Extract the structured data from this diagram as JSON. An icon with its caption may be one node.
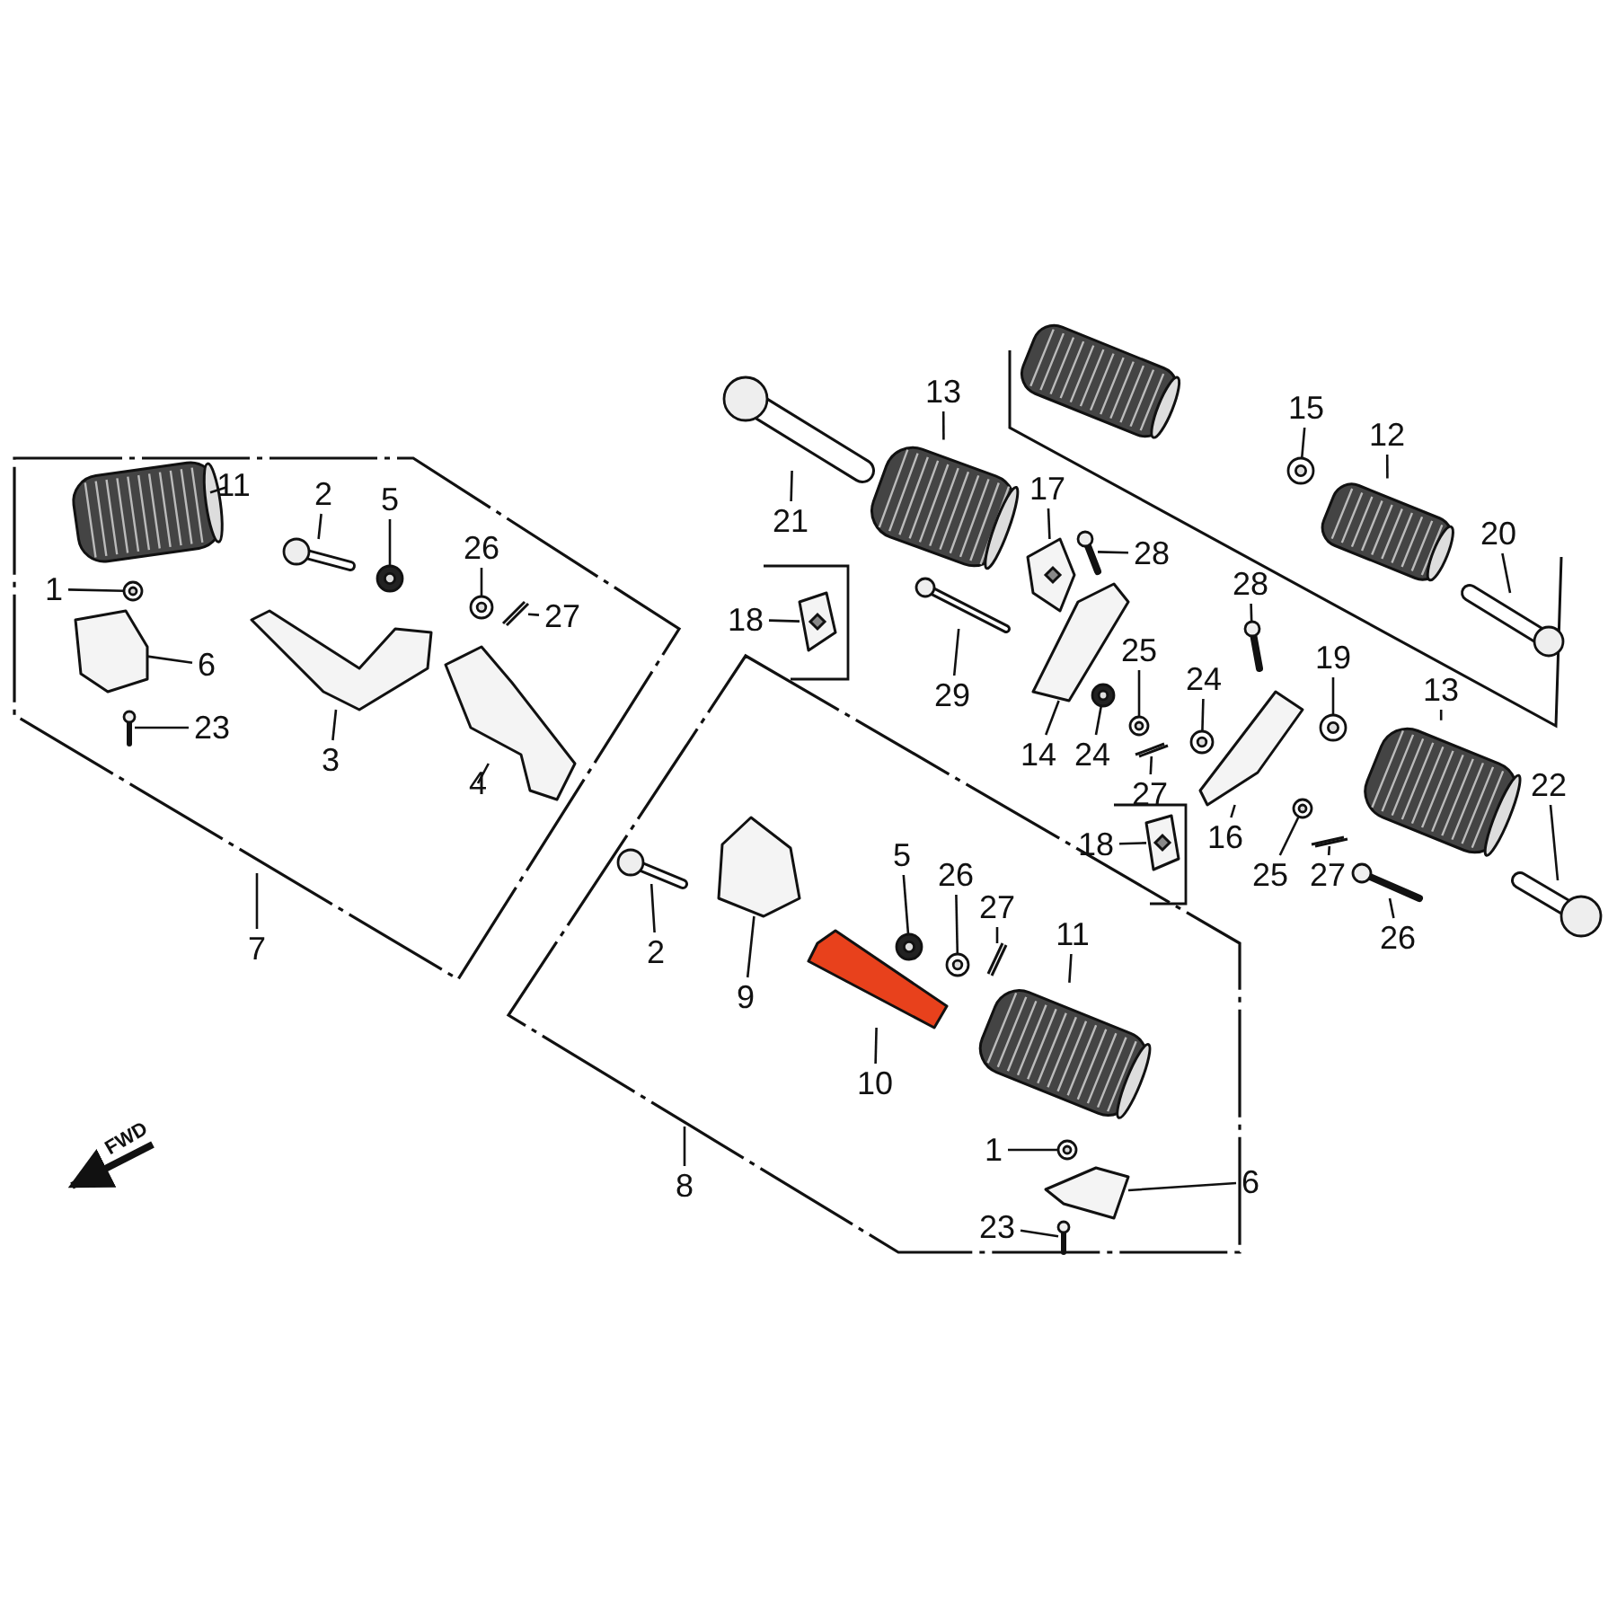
{
  "diagram": {
    "nodes": [
      {
        "text": [
          "11"
        ]
      },
      {
        "text": [
          "2"
        ]
      },
      {
        "text": [
          "5"
        ]
      },
      {
        "text": [
          "26"
        ]
      },
      {
        "text": [
          "27"
        ]
      },
      {
        "text": [
          "1"
        ]
      },
      {
        "text": [
          "6"
        ]
      },
      {
        "text": [
          "23"
        ]
      },
      {
        "text": [
          "3"
        ]
      },
      {
        "text": [
          "4"
        ]
      },
      {
        "text": [
          "7"
        ]
      },
      {
        "text": [
          "2"
        ]
      },
      {
        "text": [
          "9"
        ]
      },
      {
        "text": [
          "5"
        ]
      },
      {
        "text": [
          "26"
        ]
      },
      {
        "text": [
          "27"
        ]
      },
      {
        "text": [
          "10"
        ]
      },
      {
        "text": [
          "11"
        ]
      },
      {
        "text": [
          "1"
        ]
      },
      {
        "text": [
          "6"
        ]
      },
      {
        "text": [
          "23"
        ]
      },
      {
        "text": [
          "8"
        ]
      },
      {
        "text": [
          "21"
        ]
      },
      {
        "text": [
          "13"
        ]
      },
      {
        "text": [
          "17"
        ]
      },
      {
        "text": [
          "28"
        ]
      },
      {
        "text": [
          "18"
        ]
      },
      {
        "text": [
          "29"
        ]
      },
      {
        "text": [
          "14"
        ]
      },
      {
        "text": [
          "24"
        ]
      },
      {
        "text": [
          "25"
        ]
      },
      {
        "text": [
          "27"
        ]
      },
      {
        "text": [
          "28"
        ]
      },
      {
        "text": [
          "24"
        ]
      },
      {
        "text": [
          "19"
        ]
      },
      {
        "text": [
          "13"
        ]
      },
      {
        "text": [
          "15"
        ]
      },
      {
        "text": [
          "12"
        ]
      },
      {
        "text": [
          "20"
        ]
      },
      {
        "text": [
          "22"
        ]
      },
      {
        "text": [
          "18"
        ]
      },
      {
        "text": [
          "16"
        ]
      },
      {
        "text": [
          "25"
        ]
      },
      {
        "text": [
          "27"
        ]
      },
      {
        "text": [
          "26"
        ]
      },
      {
        "text": [],
        "shape": "picture"
      },
      {
        "text": [],
        "shape": "picture"
      },
      {
        "text": [],
        "shape": "picture"
      },
      {
        "text": [],
        "shape": "picture"
      },
      {
        "text": [],
        "shape": "picture"
      },
      {
        "text": [],
        "shape": "picture"
      },
      {
        "text": [],
        "shape": "picture"
      },
      {
        "text": [],
        "shape": "picture"
      },
      {
        "text": [],
        "shape": "picture"
      },
      {
        "text": [],
        "shape": "picture"
      },
      {
        "text": [],
        "shape": "picture"
      },
      {
        "text": [],
        "shape": "picture"
      },
      {
        "text": [],
        "shape": "picture"
      },
      {
        "text": [],
        "shape": "picture"
      },
      {
        "text": [],
        "shape": "picture"
      },
      {
        "text": [],
        "shape": "picture"
      },
      {
        "text": [],
        "shape": "picture"
      },
      {
        "text": [],
        "shape": "picture"
      },
      {
        "text": [],
        "shape": "picture"
      },
      {
        "text": [],
        "shape": "picture"
      },
      {
        "text": [],
        "shape": "picture"
      },
      {
        "text": [],
        "shape": "picture"
      },
      {
        "text": [],
        "shape": "picture"
      },
      {
        "text": [],
        "shape": "picture"
      },
      {
        "text": [],
        "shape": "picture"
      },
      {
        "text": [],
        "shape": "picture"
      },
      {
        "text": [],
        "shape": "picture"
      },
      {
        "text": [],
        "shape": "picture"
      },
      {
        "text": [],
        "shape": "picture"
      },
      {
        "text": [],
        "shape": "picture"
      },
      {
        "text": [],
        "shape": "picture"
      },
      {
        "text": [],
        "shape": "picture"
      },
      {
        "text": [],
        "shape": "picture"
      },
      {
        "text": [],
        "shape": "picture"
      },
      {
        "text": [],
        "shape": "picture"
      },
      {
        "text": [],
        "shape": "picture"
      },
      {
        "text": [],
        "shape": "picture"
      },
      {
        "text": [],
        "shape": "picture"
      },
      {
        "text": [],
        "shape": "picture"
      },
      {
        "text": [],
        "shape": "picture"
      },
      {
        "text": [],
        "shape": "picture"
      },
      {
        "text": [],
        "shape": "picture"
      },
      {
        "text": [],
        "shape": "picture"
      }
    ],
    "edges": [
      {
        "from": 0,
        "to": 45,
        "arrow": "none"
      },
      {
        "from": 1,
        "to": 46,
        "arrow": "none"
      },
      {
        "from": 2,
        "to": 47,
        "arrow": "none"
      },
      {
        "from": 3,
        "to": 48,
        "arrow": "none"
      },
      {
        "from": 4,
        "to": 49,
        "arrow": "none"
      },
      {
        "from": 5,
        "to": 50,
        "arrow": "none"
      },
      {
        "from": 6,
        "to": 51,
        "arrow": "none"
      },
      {
        "from": 7,
        "to": 52,
        "arrow": "none"
      },
      {
        "from": 8,
        "to": 53,
        "arrow": "none"
      },
      {
        "from": 9,
        "to": 54,
        "arrow": "none"
      },
      {
        "from": 10,
        "to": null,
        "arrow": "none"
      },
      {
        "from": 11,
        "to": 55,
        "arrow": "none"
      },
      {
        "from": 12,
        "to": 56,
        "arrow": "none"
      },
      {
        "from": 13,
        "to": 57,
        "arrow": "none"
      },
      {
        "from": 14,
        "to": 58,
        "arrow": "none"
      },
      {
        "from": 15,
        "to": 59,
        "arrow": "none"
      },
      {
        "from": 16,
        "to": 60,
        "arrow": "none"
      },
      {
        "from": 17,
        "to": 61,
        "arrow": "none"
      },
      {
        "from": 18,
        "to": 62,
        "arrow": "none"
      },
      {
        "from": 19,
        "to": 63,
        "arrow": "none"
      },
      {
        "from": 20,
        "to": 64,
        "arrow": "none"
      },
      {
        "from": 21,
        "to": null,
        "arrow": "none"
      },
      {
        "from": 22,
        "to": 65,
        "arrow": "none"
      },
      {
        "from": 23,
        "to": 66,
        "arrow": "none"
      },
      {
        "from": 24,
        "to": 67,
        "arrow": "none"
      },
      {
        "from": 25,
        "to": 68,
        "arrow": "none"
      },
      {
        "from": 26,
        "to": 69,
        "arrow": "none"
      },
      {
        "from": 27,
        "to": 70,
        "arrow": "none"
      },
      {
        "from": 28,
        "to": 71,
        "arrow": "none"
      },
      {
        "from": 29,
        "to": 72,
        "arrow": "none"
      },
      {
        "from": 30,
        "to": 73,
        "arrow": "none"
      },
      {
        "from": 31,
        "to": 74,
        "arrow": "none"
      },
      {
        "from": 32,
        "to": 75,
        "arrow": "none"
      },
      {
        "from": 33,
        "to": 76,
        "arrow": "none"
      },
      {
        "from": 34,
        "to": 77,
        "arrow": "none"
      },
      {
        "from": 35,
        "to": 78,
        "arrow": "none"
      },
      {
        "from": 36,
        "to": 79,
        "arrow": "none"
      },
      {
        "from": 37,
        "to": 80,
        "arrow": "none"
      },
      {
        "from": 38,
        "to": 81,
        "arrow": "none"
      },
      {
        "from": 39,
        "to": 82,
        "arrow": "none"
      },
      {
        "from": 40,
        "to": 83,
        "arrow": "none"
      },
      {
        "from": 41,
        "to": 84,
        "arrow": "none"
      },
      {
        "from": 42,
        "to": 85,
        "arrow": "none"
      },
      {
        "from": 43,
        "to": 86,
        "arrow": "none"
      },
      {
        "from": 44,
        "to": 87,
        "arrow": "none"
      }
    ],
    "labels": [
      "FWD"
    ]
  }
}
